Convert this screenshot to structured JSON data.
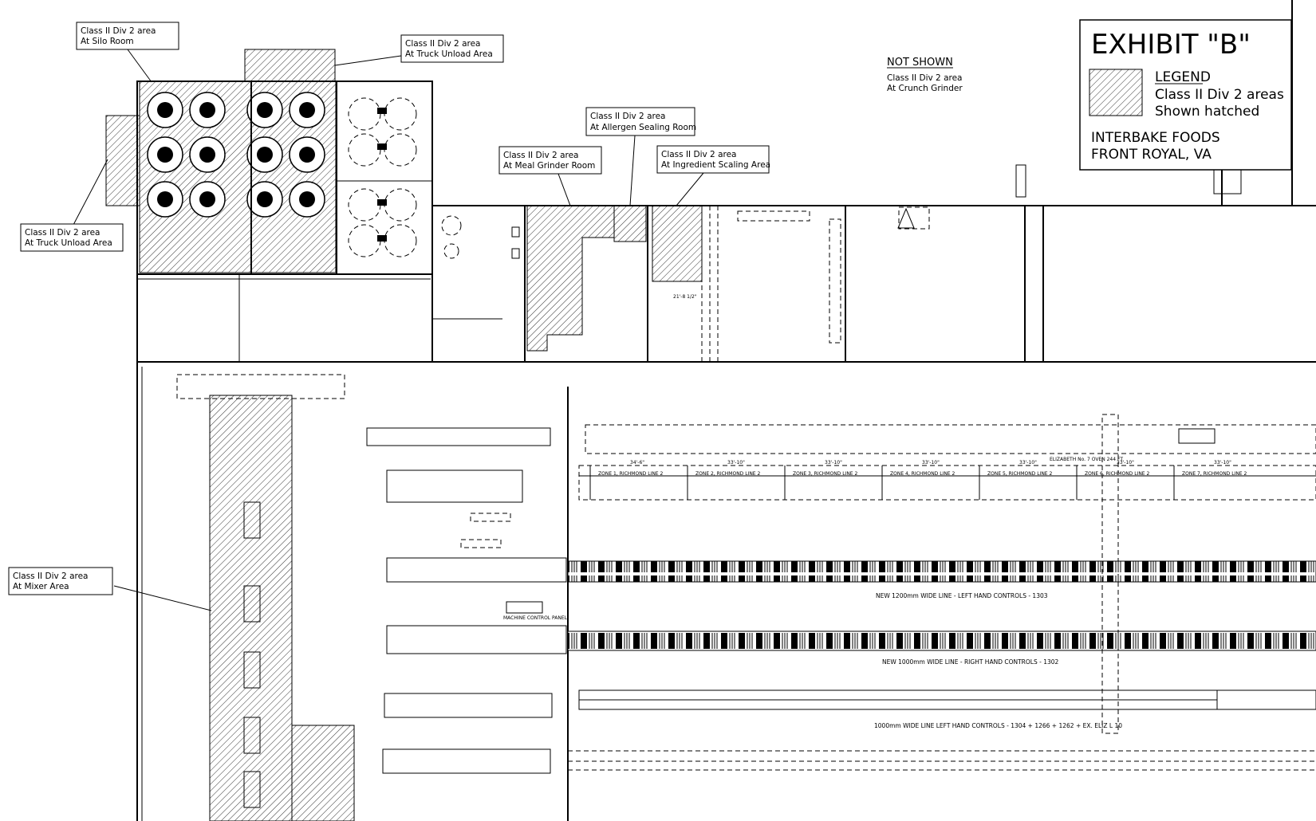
{
  "callouts": {
    "silo_room": [
      "Class II Div 2 area",
      "At Silo Room"
    ],
    "truck_unload_top": [
      "Class II Div 2 area",
      "At Truck Unload Area"
    ],
    "truck_unload_left": [
      "Class II Div 2 area",
      "At Truck Unload Area"
    ],
    "allergen": [
      "Class II Div 2 area",
      "At Allergen Sealing Room"
    ],
    "meal_grinder": [
      "Class II Div 2 area",
      "At Meal Grinder Room"
    ],
    "ingredient": [
      "Class II Div 2 area",
      "At Ingredient Scaling Area"
    ],
    "mixer": [
      "Class II Div 2 area",
      "At Mixer Area"
    ]
  },
  "not_shown": {
    "heading": "NOT SHOWN",
    "line1": "Class II Div 2 area",
    "line2": "At Crunch Grinder"
  },
  "exhibit": {
    "title": "EXHIBIT \"B\"",
    "legend_heading": "LEGEND",
    "legend_line1": "Class II Div 2 areas",
    "legend_line2": "Shown hatched",
    "company": "INTERBAKE FOODS",
    "location": "FRONT ROYAL, VA"
  },
  "lines": {
    "line_1200": "NEW 1200mm WIDE LINE - LEFT HAND CONTROLS - 1303",
    "line_1000_right": "NEW 1000mm WIDE LINE - RIGHT HAND CONTROLS - 1302",
    "line_1000_left": "1000mm WIDE LINE LEFT HAND CONTROLS - 1304 + 1266 + 1262 + EX. ELIZ L 10"
  },
  "zones": [
    "ZONE 1, RICHMOND LINE 2",
    "ZONE 2, RICHMOND LINE 2",
    "ZONE 3, RICHMOND LINE 2",
    "ZONE 4, RICHMOND LINE 2",
    "ZONE 5, RICHMOND LINE 2",
    "ZONE 6, RICHMOND LINE 2",
    "ZONE 7, RICHMOND LINE 2"
  ],
  "zone_dims": [
    "34'-6\"",
    "33'-10\"",
    "33'-10\"",
    "33'-10\"",
    "33'-10\"",
    "33'-10\"",
    "33'-10\""
  ],
  "small_labels": {
    "machine_panel": "MACHINE CONTROL PANEL",
    "dim_21": "21'-8 1/2\"",
    "oven_note": "ELIZABETH No. 7 OVEN 244 FT"
  },
  "colors": {
    "ink": "#000000",
    "paper": "#ffffff"
  }
}
